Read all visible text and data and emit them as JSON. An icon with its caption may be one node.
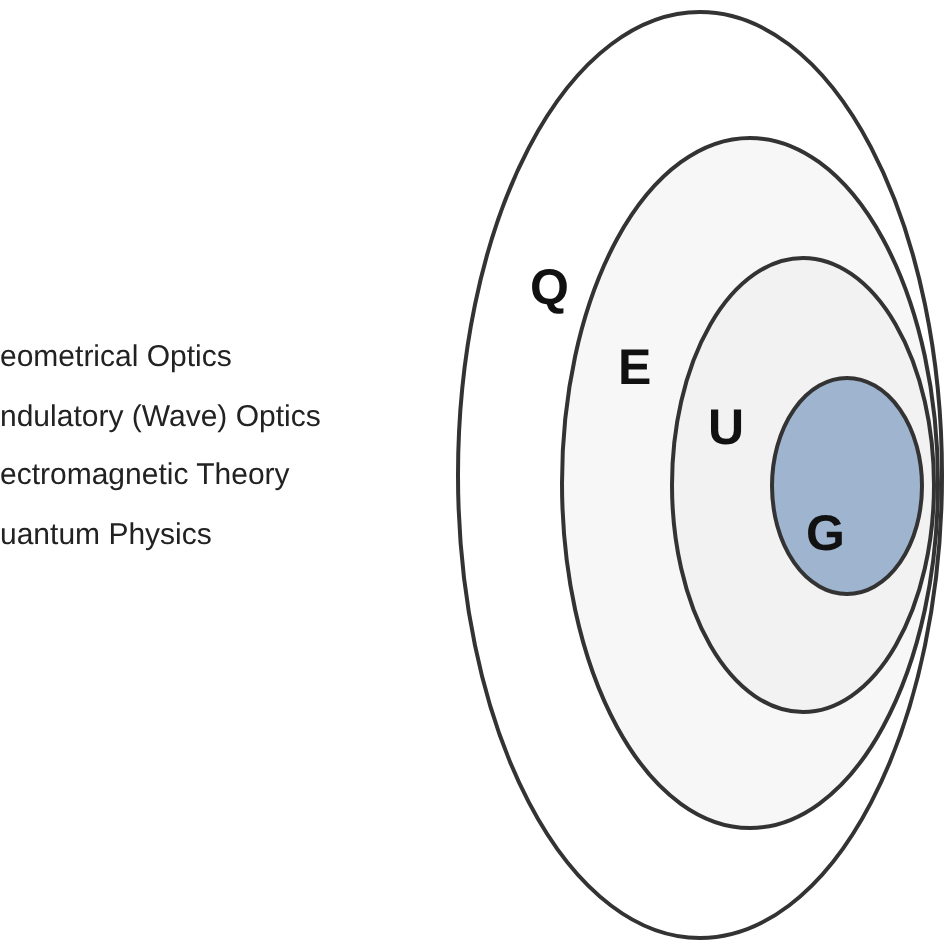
{
  "diagram": {
    "nodes": [
      {
        "text": [
          "Q"
        ]
      },
      {
        "text": [
          "E"
        ],
        "in": 0
      },
      {
        "text": [
          "U"
        ],
        "in": 1
      },
      {
        "text": [
          "G"
        ],
        "in": 2
      }
    ],
    "labels": [
      "eometrical Optics",
      "ndulatory (Wave) Optics",
      "ectromagnetic Theory",
      "uantum Physics"
    ]
  }
}
